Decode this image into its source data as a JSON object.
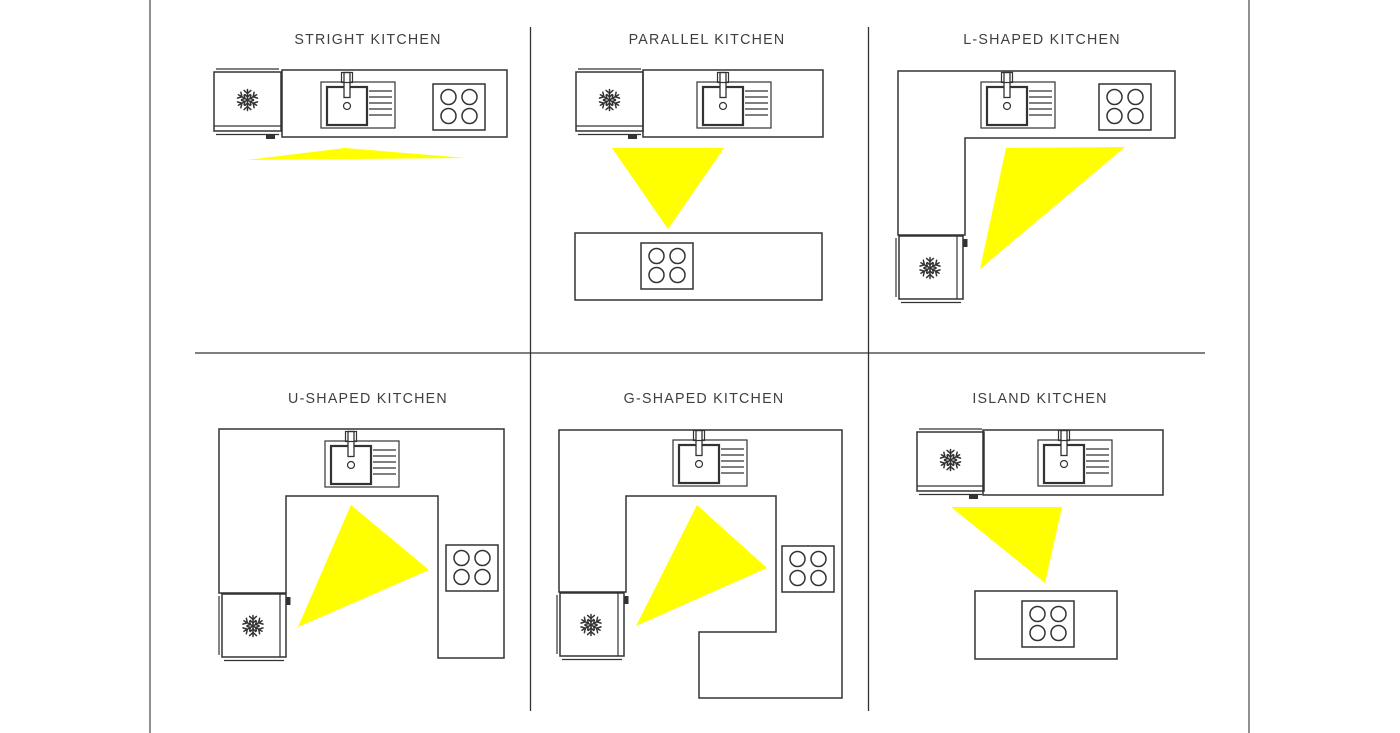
{
  "colors": {
    "line": "#333333",
    "title_text": "#3f3f3f",
    "work_triangle": "#ffff00",
    "page_border": "#909090"
  },
  "panels": [
    {
      "title": "STRIGHT KITCHEN",
      "icons": [
        "snowflake-fridge-icon",
        "sink-icon",
        "stove-icon"
      ],
      "work_triangle": true
    },
    {
      "title": "PARALLEL KITCHEN",
      "icons": [
        "snowflake-fridge-icon",
        "sink-icon",
        "stove-icon"
      ],
      "work_triangle": true
    },
    {
      "title": "L-SHAPED KITCHEN",
      "icons": [
        "snowflake-fridge-icon",
        "sink-icon",
        "stove-icon"
      ],
      "work_triangle": true
    },
    {
      "title": "U-SHAPED KITCHEN",
      "icons": [
        "snowflake-fridge-icon",
        "sink-icon",
        "stove-icon"
      ],
      "work_triangle": true
    },
    {
      "title": "G-SHAPED KITCHEN",
      "icons": [
        "snowflake-fridge-icon",
        "sink-icon",
        "stove-icon"
      ],
      "work_triangle": true
    },
    {
      "title": "ISLAND KITCHEN",
      "icons": [
        "snowflake-fridge-icon",
        "sink-icon",
        "stove-icon"
      ],
      "work_triangle": true
    }
  ]
}
